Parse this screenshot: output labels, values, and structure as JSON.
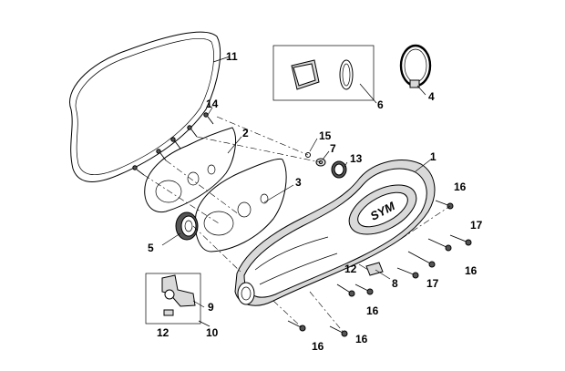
{
  "diagram": {
    "callouts": {
      "c1": "1",
      "c2": "2",
      "c3": "3",
      "c4": "4",
      "c5": "5",
      "c6": "6",
      "c7": "7",
      "c8": "8",
      "c9": "9",
      "c10": "10",
      "c11": "11",
      "c12a": "12",
      "c12b": "12",
      "c13": "13",
      "c14": "14",
      "c15": "15",
      "c16a": "16",
      "c16b": "16",
      "c16c": "16",
      "c16d": "16",
      "c16e": "16",
      "c17a": "17",
      "c17b": "17"
    },
    "brand_mark": "SYM"
  }
}
